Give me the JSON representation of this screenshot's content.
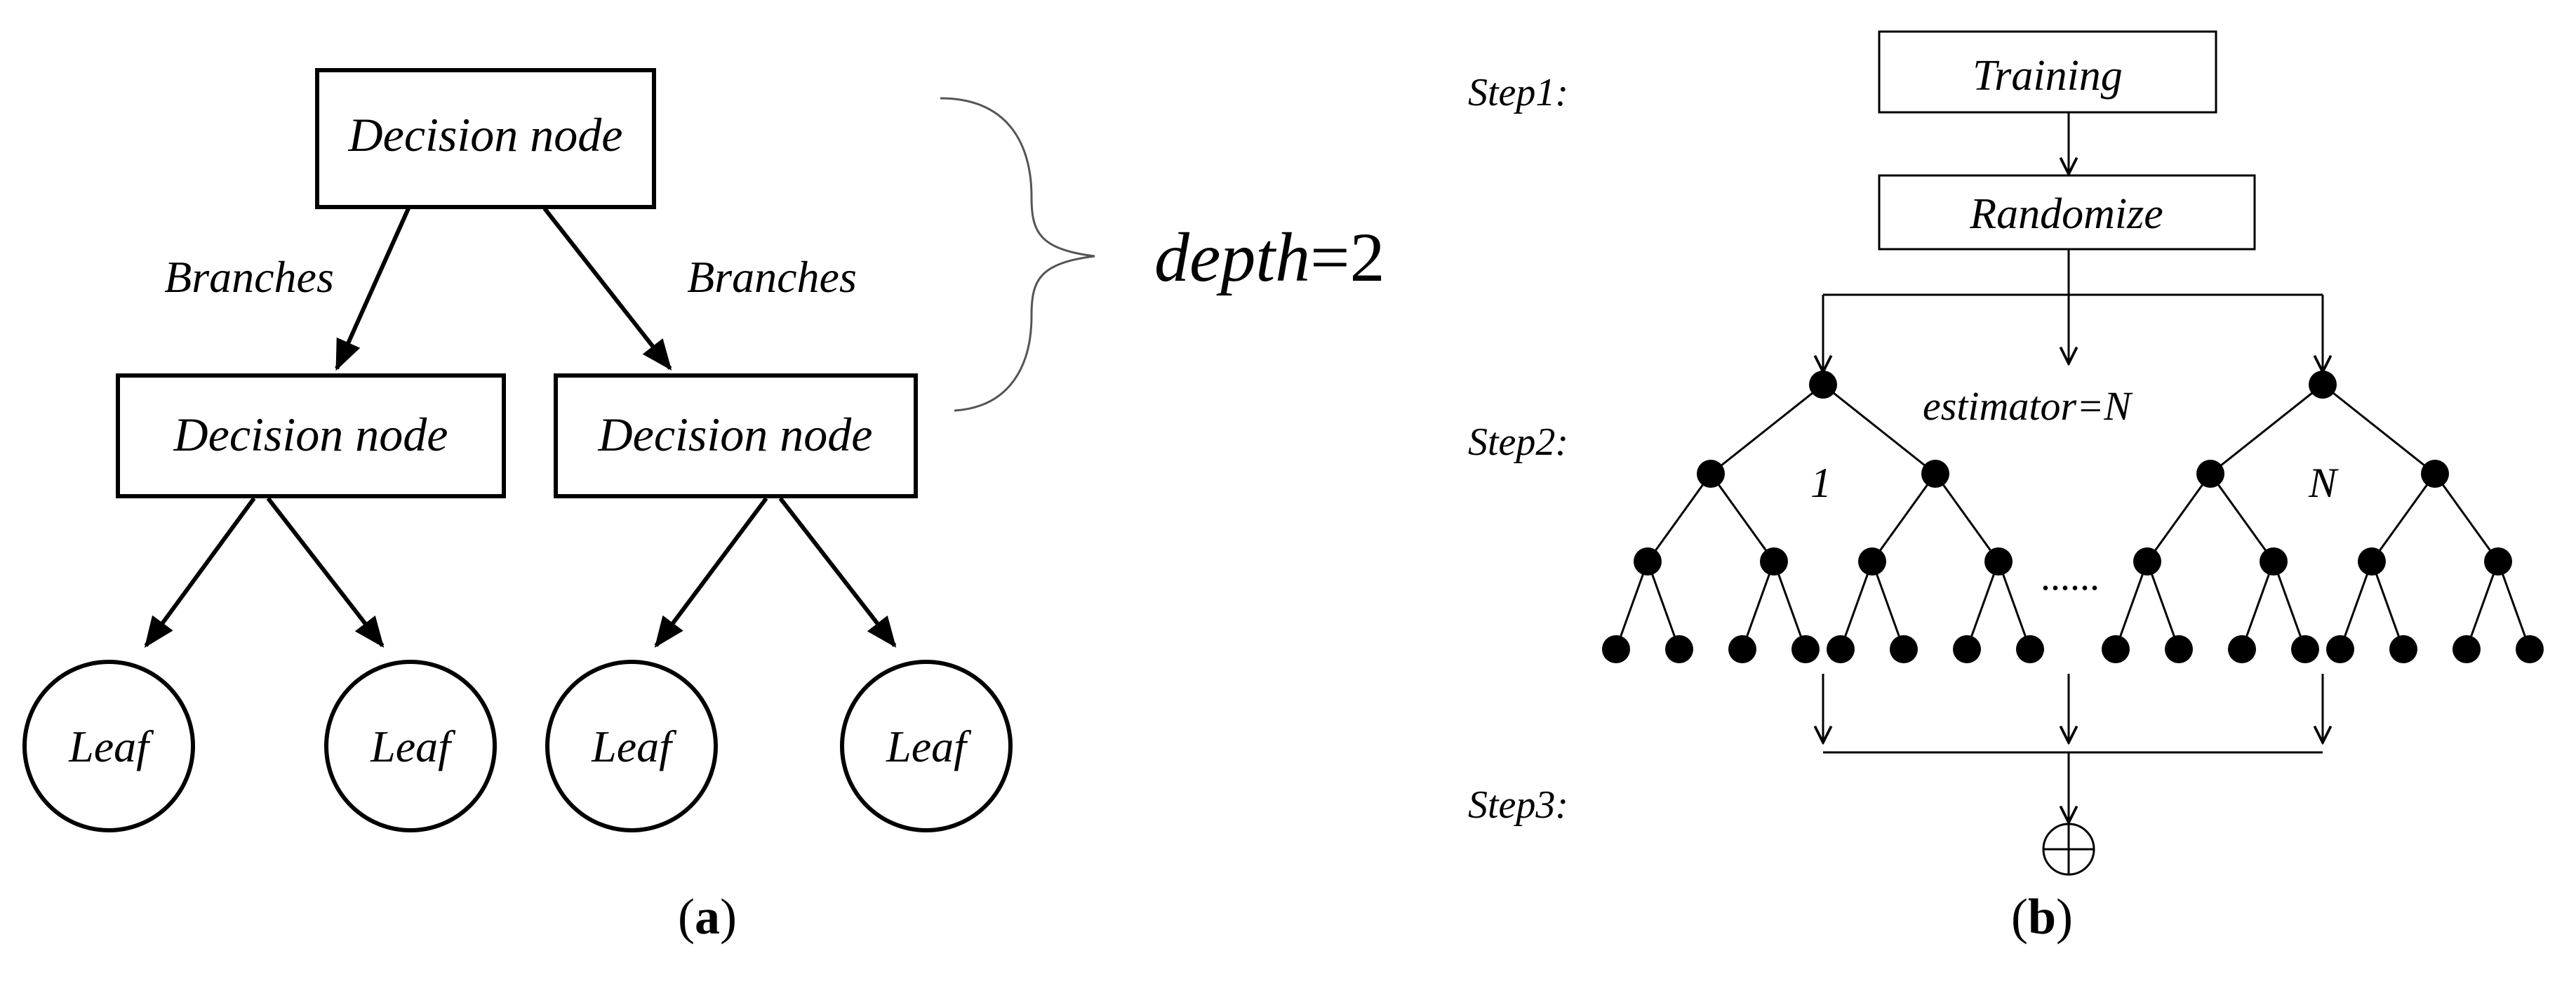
{
  "panel_a": {
    "root_label": "Decision node",
    "left_branch_label": "Branches",
    "right_branch_label": "Branches",
    "left_child_label": "Decision node",
    "right_child_label": "Decision node",
    "leaf_labels": [
      "Leaf",
      "Leaf",
      "Leaf",
      "Leaf"
    ],
    "depth_var": "depth",
    "depth_value": "=2",
    "caption": "a"
  },
  "panel_b": {
    "step1": "Step1:",
    "step2": "Step2:",
    "step3": "Step3:",
    "training_label": "Training",
    "randomize_label": "Randomize",
    "estimator_var": "estimator",
    "estimator_eq": "=N",
    "tree1_label": "1",
    "treeN_label": "N",
    "ellipsis": "......",
    "aggregate_symbol": "⊕",
    "caption": "b"
  }
}
